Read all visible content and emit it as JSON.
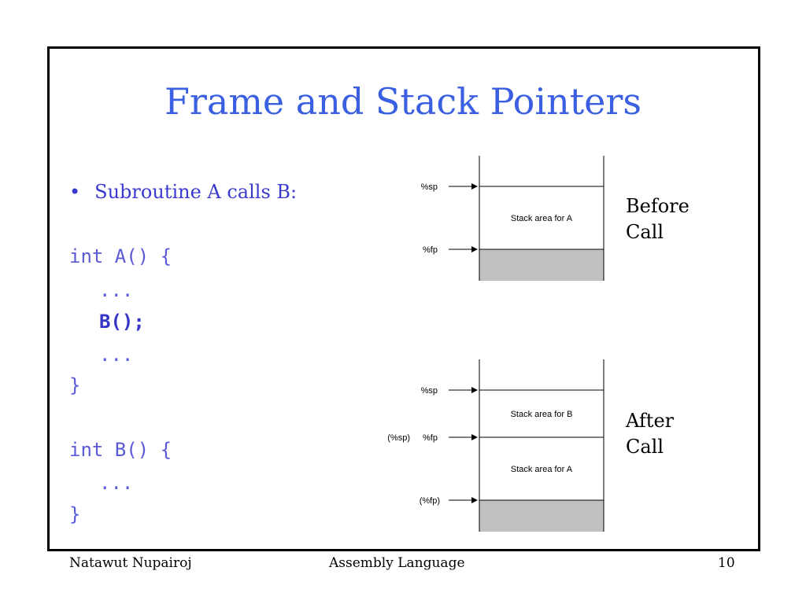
{
  "slide": {
    "title": "Frame and Stack Pointers",
    "bullet": "Subroutine A calls B:",
    "code_a": [
      "int A() {",
      "...",
      "B();",
      "...",
      "}"
    ],
    "code_b": [
      "int B() {",
      "...",
      "}"
    ]
  },
  "diagram_before": {
    "sp_label": "%sp",
    "fp_label": "%fp",
    "region_a": "Stack area for A",
    "caption_line1": "Before",
    "caption_line2": "Call"
  },
  "diagram_after": {
    "sp_label": "%sp",
    "old_sp_label": "(%sp)",
    "fp_label": "%fp",
    "old_fp_label": "(%fp)",
    "region_b": "Stack area for B",
    "region_a": "Stack area for A",
    "caption_line1": "After",
    "caption_line2": "Call"
  },
  "colors": {
    "title": "#3a5fe0",
    "code": "#5a5ad8",
    "stack_fill": "#c0c0c0"
  },
  "footer": {
    "author": "Natawut Nupairoj",
    "course": "Assembly Language",
    "page": "10"
  }
}
